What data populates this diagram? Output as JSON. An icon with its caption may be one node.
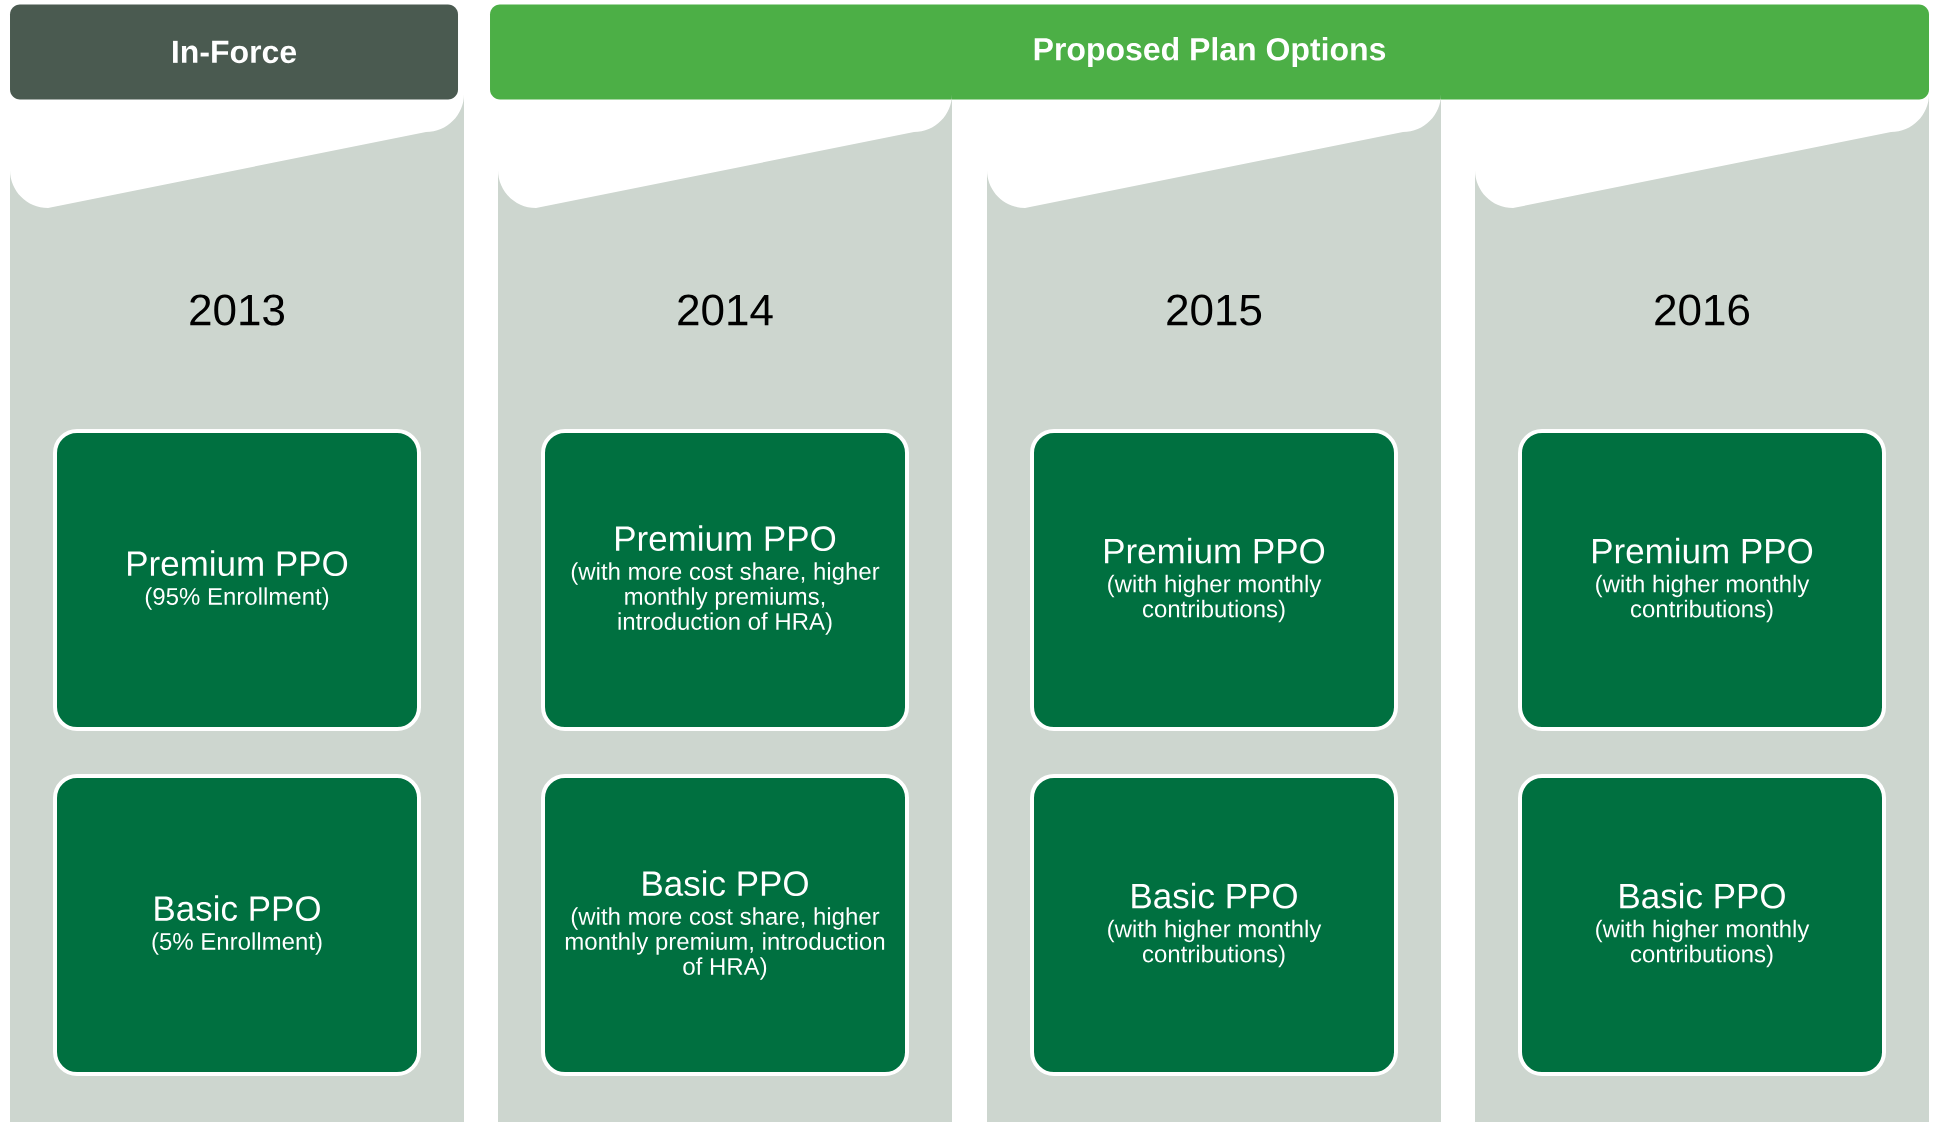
{
  "diagram": {
    "nodes": [
      {
        "text": [
          "In-Force"
        ]
      },
      {
        "text": [
          "Proposed Plan Options"
        ]
      },
      {
        "text": [
          "2013"
        ]
      },
      {
        "text": [
          "Premium PPO",
          "(95% Enrollment)"
        ],
        "in": 2
      },
      {
        "text": [
          "Basic PPO",
          "(5% Enrollment)"
        ],
        "in": 2
      },
      {
        "text": [
          "2014"
        ]
      },
      {
        "text": [
          "Premium PPO",
          "(with more cost share, higher monthly premiums, introduction of HRA)"
        ],
        "in": 5
      },
      {
        "text": [
          "Basic PPO",
          "(with more cost share, higher monthly premium, introduction of HRA)"
        ],
        "in": 5
      },
      {
        "text": [
          "2015"
        ]
      },
      {
        "text": [
          "Premium PPO",
          "(with higher monthly contributions)"
        ],
        "in": 8
      },
      {
        "text": [
          "Basic PPO",
          "(with higher monthly contributions)"
        ],
        "in": 8
      },
      {
        "text": [
          "2016"
        ]
      },
      {
        "text": [
          "Premium PPO",
          "(with higher monthly contributions)"
        ],
        "in": 11
      },
      {
        "text": [
          "Basic PPO",
          "(with higher monthly contributions)"
        ],
        "in": 11
      }
    ]
  }
}
